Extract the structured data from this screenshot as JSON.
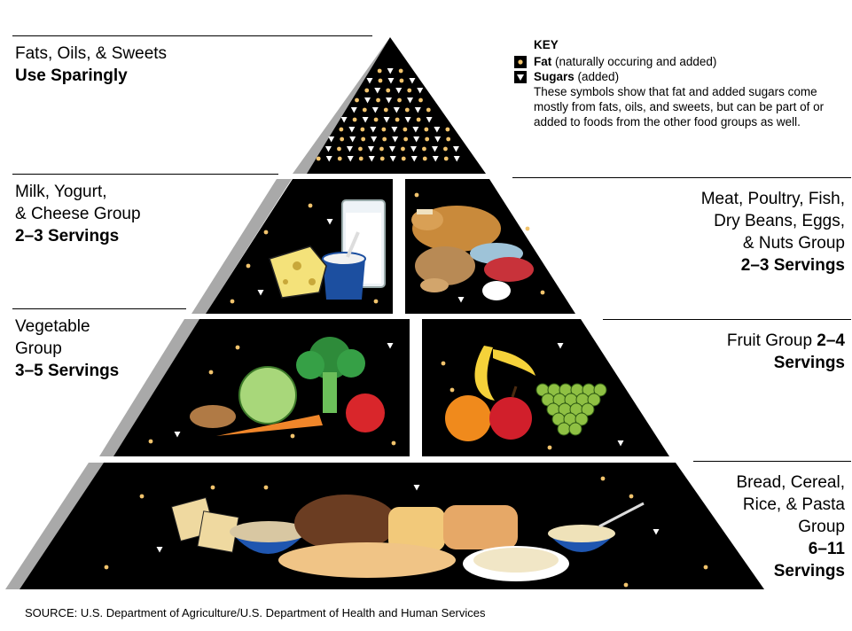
{
  "tiers": {
    "fats": {
      "name": "Fats, Oils, & Sweets",
      "servings": "Use Sparingly"
    },
    "milk": {
      "name_line1": "Milk, Yogurt,",
      "name_line2": "& Cheese Group",
      "servings": "2–3 Servings"
    },
    "meat": {
      "name_line1": "Meat, Poultry, Fish,",
      "name_line2": "Dry Beans, Eggs,",
      "name_line3": "& Nuts Group",
      "servings": "2–3 Servings"
    },
    "vegetable": {
      "name_line1": "Vegetable",
      "name_line2": "Group",
      "servings": "3–5 Servings"
    },
    "fruit": {
      "name": "Fruit Group",
      "servings_a": "2–4",
      "servings_b": "Servings"
    },
    "bread": {
      "name_line1": "Bread, Cereal,",
      "name_line2": "Rice, & Pasta",
      "name_line3": "Group",
      "servings_a": "6–11",
      "servings_b": "Servings"
    }
  },
  "key": {
    "title": "KEY",
    "fat_bold": "Fat",
    "fat_text": " (naturally occuring and added)",
    "sugar_bold": "Sugars",
    "sugar_text": " (added)",
    "description": "These symbols show that fat and added sugars come mostly from fats, oils, and sweets, but can be part of or added to foods from the other food groups as well."
  },
  "source": "SOURCE: U.S. Department of Agriculture/U.S. Department of Health and Human Services",
  "colors": {
    "pyramid": "#000000",
    "shadow": "#a9a9a9",
    "fat_dot": "#f2c46d",
    "sugar_tri": "#ffffff"
  }
}
